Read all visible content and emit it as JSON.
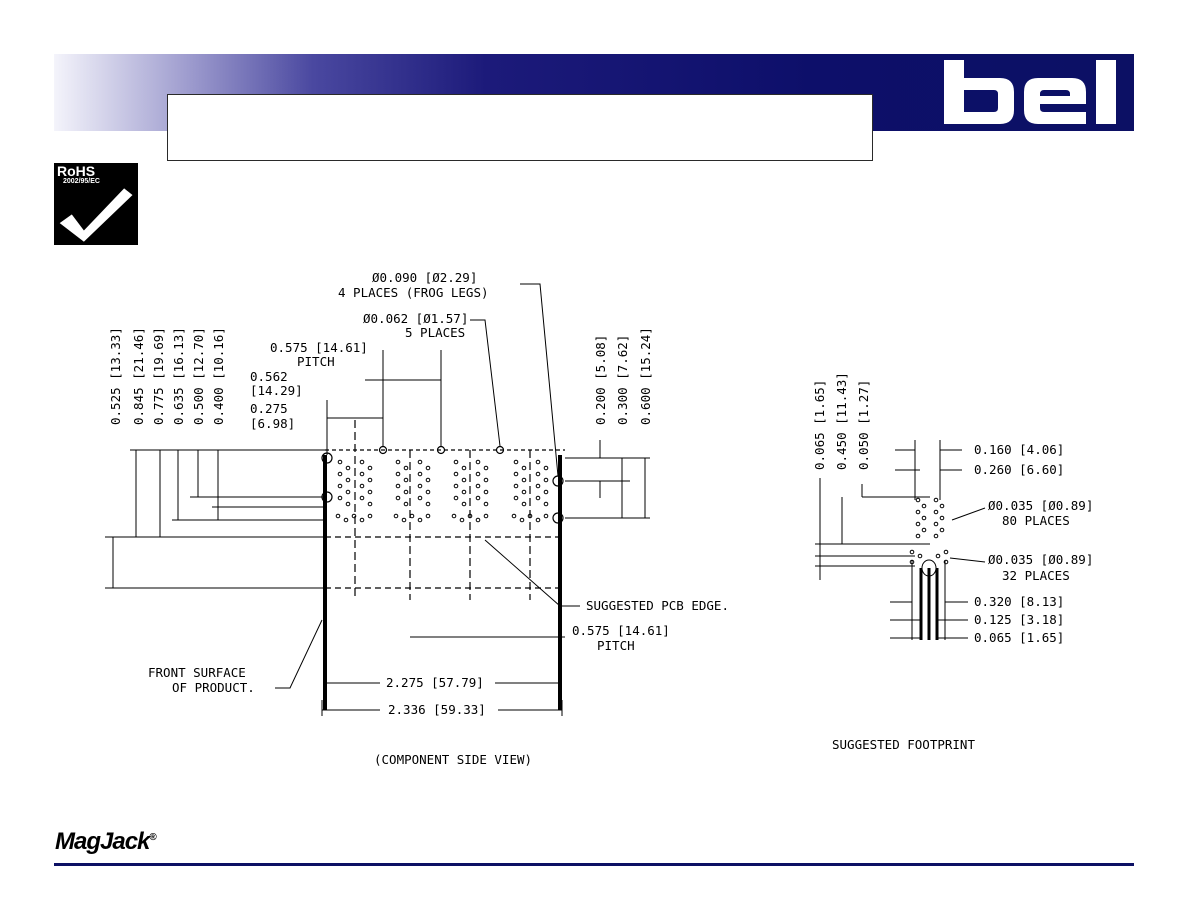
{
  "brand": {
    "logo_text": "bel",
    "product_logo": "MagJack",
    "product_logo_mark": "®"
  },
  "badge": {
    "title": "RoHS",
    "subtitle": "2002/95/EC",
    "icon": "check-mark-icon"
  },
  "colors": {
    "header_dark": "#0c1064",
    "footer_line": "#0c1064"
  },
  "side_view": {
    "hole_callout_1": "Ø0.090 [Ø2.29]",
    "hole_callout_1_places": "4 PLACES (FROG LEGS)",
    "hole_callout_2": "Ø0.062 [Ø1.57]",
    "hole_callout_2_places": "5 PLACES",
    "pitch_top": "0.575 [14.61]",
    "pitch_top_word": "PITCH",
    "dim_0562": "0.562",
    "dim_0562_mm": "[14.29]",
    "dim_0275": "0.275",
    "dim_0275_mm": "[6.98]",
    "vertical_left": [
      "0.525 [13.33]",
      "0.845 [21.46]",
      "0.775 [19.69]",
      "0.635 [16.13]",
      "0.500 [12.70]",
      "0.400 [10.16]"
    ],
    "vertical_right": [
      "0.200 [5.08]",
      "0.300 [7.62]",
      "0.600 [15.24]"
    ],
    "pcb_edge": "SUGGESTED PCB EDGE.",
    "pitch_bottom": "0.575 [14.61]",
    "pitch_bottom_word": "PITCH",
    "front_surface_1": "FRONT SURFACE",
    "front_surface_2": "OF PRODUCT.",
    "width_inner": "2.275 [57.79]",
    "width_outer": "2.336 [59.33]",
    "caption": "(COMPONENT SIDE VIEW)"
  },
  "footprint": {
    "vertical": [
      "0.065 [1.65]",
      "0.450 [11.43]",
      "0.050 [1.27]"
    ],
    "dim_top1": "0.160 [4.06]",
    "dim_top2": "0.260 [6.60]",
    "hole_a": "Ø0.035 [Ø0.89]",
    "hole_a_places": "80 PLACES",
    "hole_b": "Ø0.035 [Ø0.89]",
    "hole_b_places": "32 PLACES",
    "dim_b1": "0.320 [8.13]",
    "dim_b2": "0.125 [3.18]",
    "dim_b3": "0.065 [1.65]",
    "caption": "SUGGESTED FOOTPRINT"
  }
}
